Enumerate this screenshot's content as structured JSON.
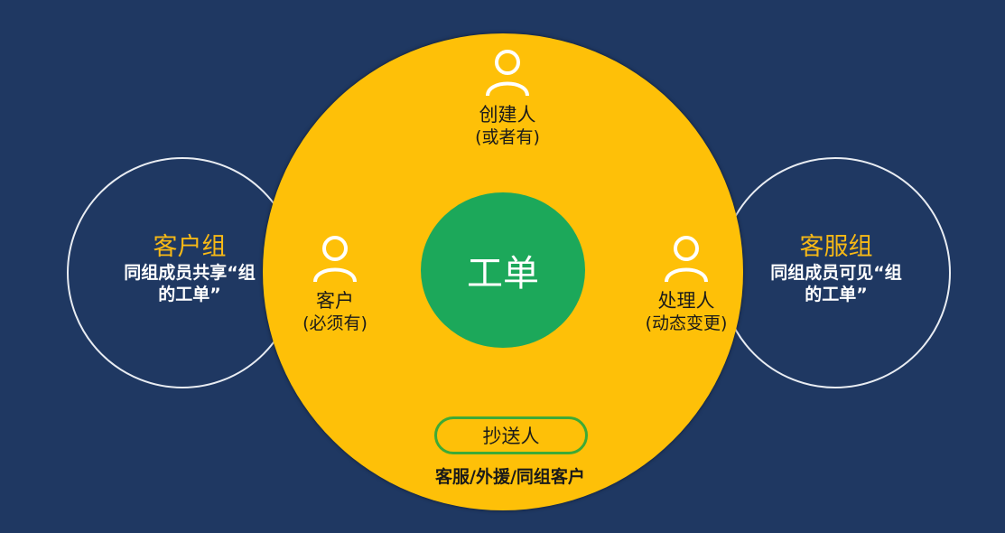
{
  "colors": {
    "background": "#1f3862",
    "main_circle": "#fec008",
    "center_circle": "#1ca85a",
    "ring": "#e8ecf2",
    "group_title": "#f7b916",
    "pill_border": "#3daa36"
  },
  "center": {
    "label": "工单"
  },
  "roles": {
    "creator": {
      "name": "创建人",
      "note": "(或者有)",
      "icon": "person-outline-icon"
    },
    "customer": {
      "name": "客户",
      "note": "(必须有)",
      "icon": "person-outline-icon"
    },
    "handler": {
      "name": "处理人",
      "note": "(动态变更)",
      "icon": "person-outline-icon"
    }
  },
  "cc": {
    "label": "抄送人",
    "note": "客服/外援/同组客户"
  },
  "groups": {
    "customer_group": {
      "title": "客户组",
      "desc": "同组成员共享“组\n的工单”"
    },
    "service_group": {
      "title": "客服组",
      "desc": "同组成员可见“组\n的工单”"
    }
  }
}
